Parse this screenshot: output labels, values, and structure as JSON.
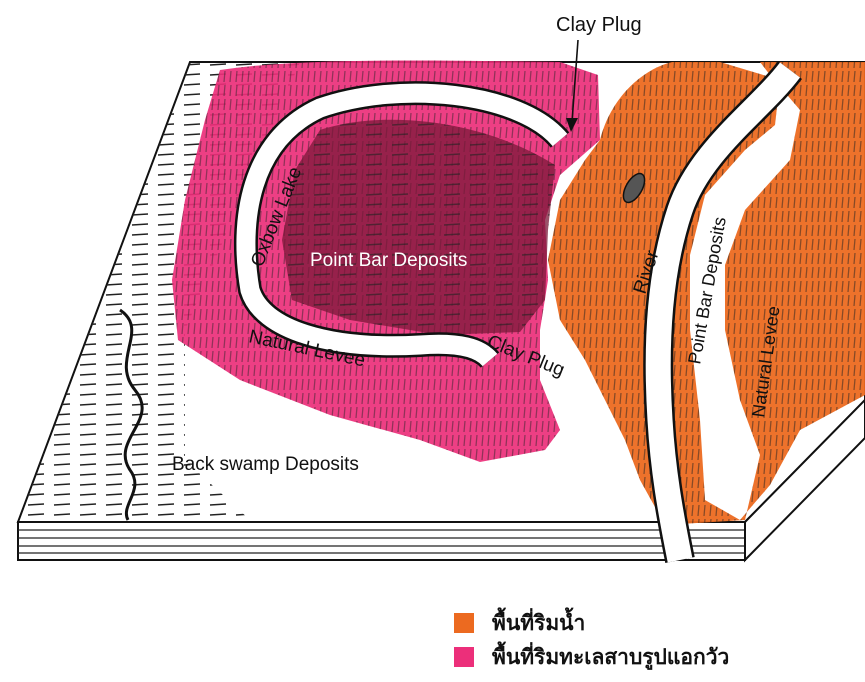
{
  "diagram": {
    "labels": {
      "clay_plug_top": "Clay Plug",
      "oxbow_lake": "Oxbow Lake",
      "point_bar_left": "Point Bar Deposits",
      "natural_levee_left": "Natural Levee",
      "clay_plug_mid": "Clay Plug",
      "back_swamp": "Back swamp Deposits",
      "river": "River",
      "point_bar_right": "Point Bar Deposits",
      "natural_levee_right": "Natural Levee"
    },
    "colors": {
      "floodplain": "#ec6a20",
      "oxbow_area": "#ec2f7a",
      "line": "#1a1a1a"
    }
  },
  "legend": {
    "items": [
      {
        "label": "พื้นที่ริมน้ำ",
        "color": "#ec6a20"
      },
      {
        "label": "พื้นที่ริมทะเลสาบรูปแอกวัว",
        "color": "#ec2f7a"
      }
    ]
  }
}
